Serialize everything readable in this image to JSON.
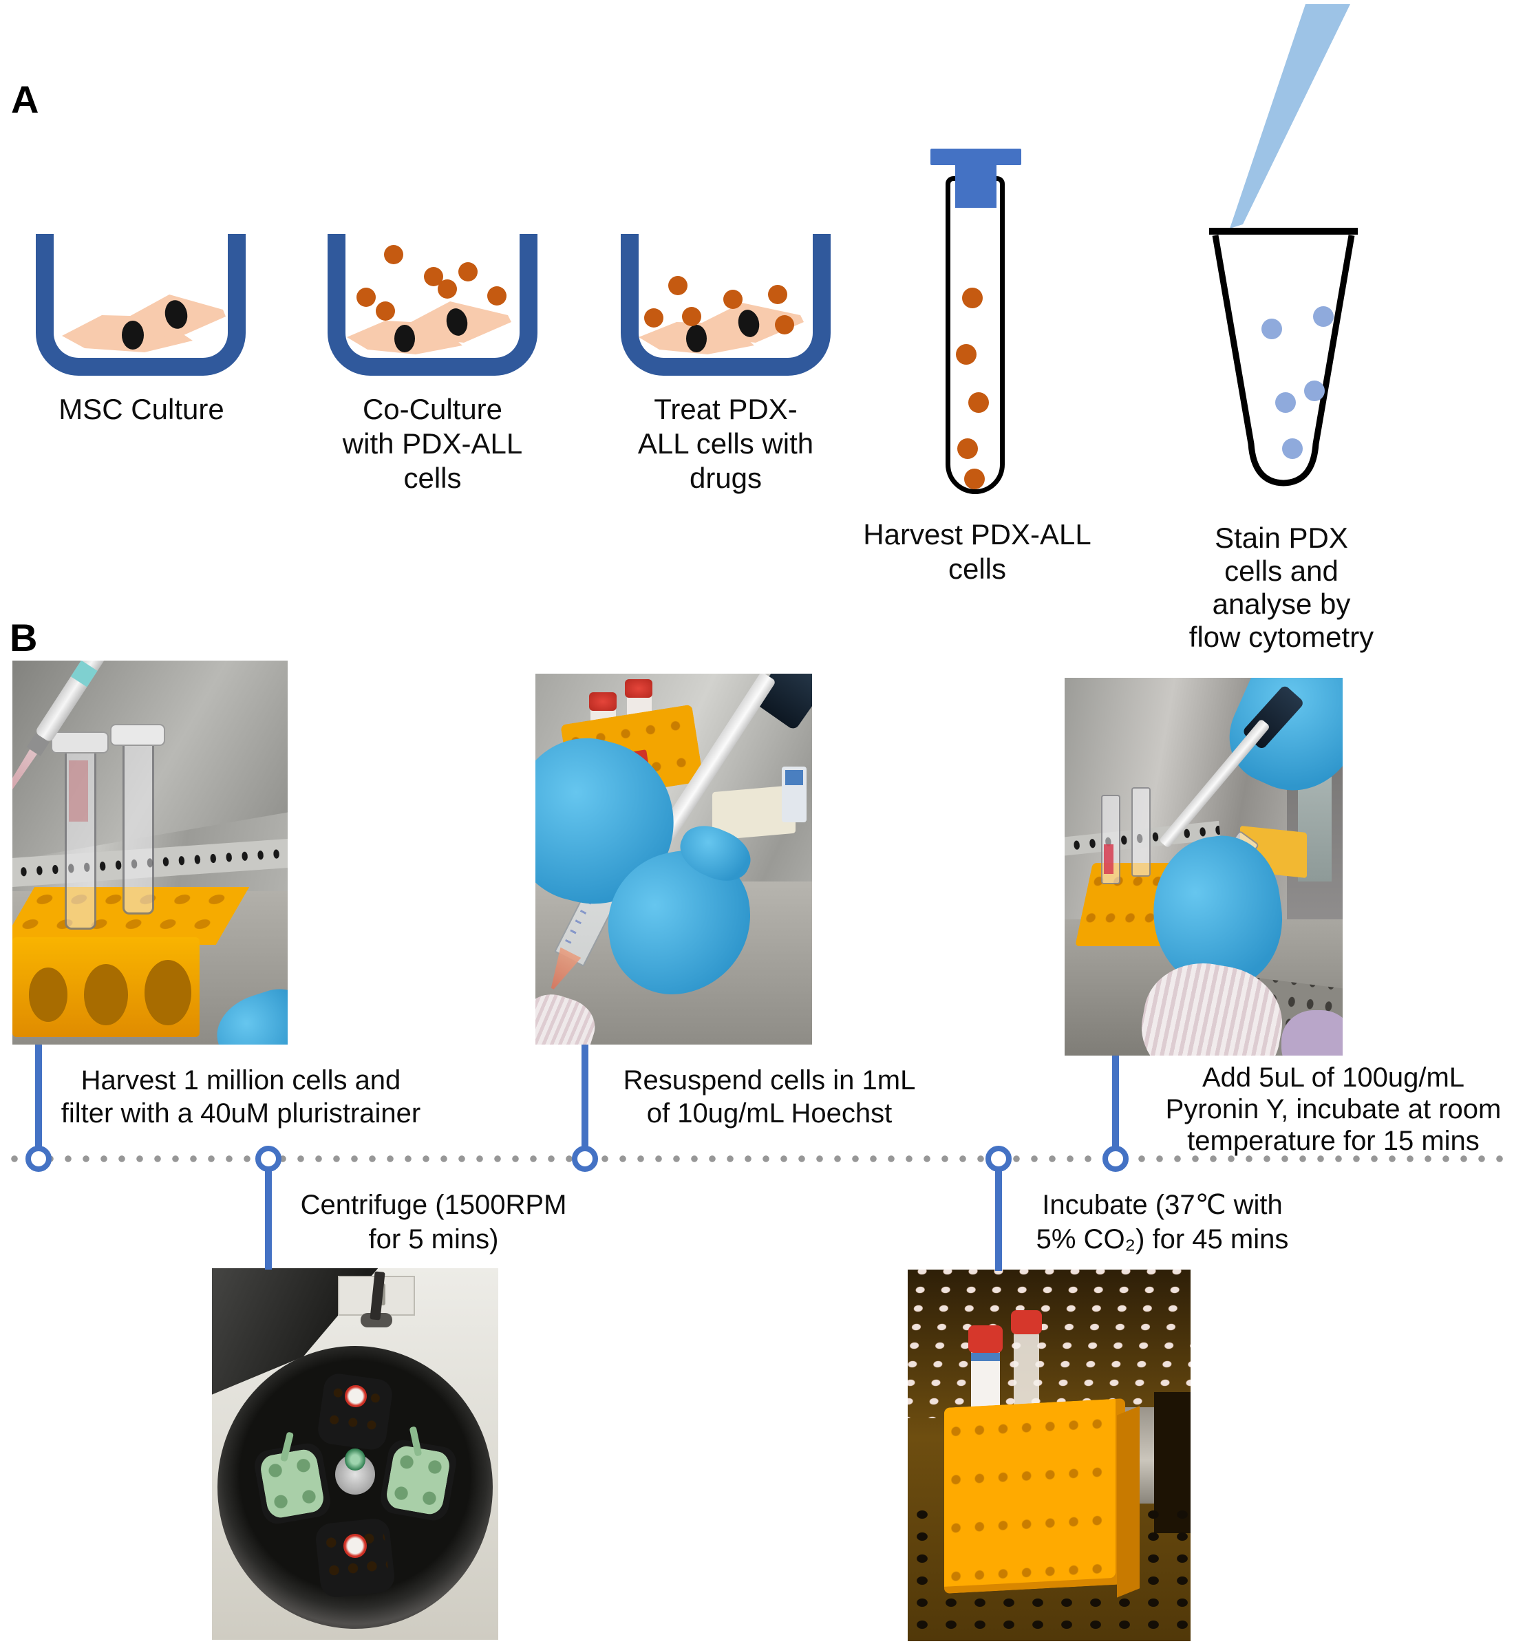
{
  "figure": {
    "title": "PDX-ALL co-culture staining protocol",
    "type": "protocol-workflow-diagram"
  },
  "panel_a": {
    "label": "A",
    "steps": [
      {
        "id": "msc-culture",
        "icon": "culture-well-icon",
        "caption_lines": [
          "MSC Culture"
        ]
      },
      {
        "id": "co-culture",
        "icon": "culture-well-icon",
        "caption_lines": [
          "Co-Culture",
          "with PDX-ALL",
          "cells"
        ]
      },
      {
        "id": "treat-drugs",
        "icon": "culture-well-icon",
        "caption_lines": [
          "Treat PDX-",
          "ALL cells with",
          "drugs"
        ]
      },
      {
        "id": "harvest-cells",
        "icon": "capped-tube-icon",
        "caption_lines": [
          "Harvest PDX-ALL",
          "cells"
        ]
      },
      {
        "id": "stain-analyse",
        "icon": "facs-tube-icon",
        "caption_lines": [
          "Stain PDX",
          "cells and",
          "analyse by",
          "flow cytometry"
        ]
      }
    ]
  },
  "panel_b": {
    "label": "B",
    "timeline_steps": [
      {
        "position": "above",
        "photo": "pipetting-strainer-tubes-photo",
        "caption_lines": [
          "Harvest 1 million cells and",
          "filter with a 40uM pluristrainer"
        ]
      },
      {
        "position": "below",
        "photo": "centrifuge-rotor-photo",
        "caption_lines": [
          "Centrifuge (1500RPM",
          "for 5 mins)"
        ]
      },
      {
        "position": "above",
        "photo": "resuspend-conical-tube-photo",
        "caption_lines": [
          "Resuspend cells in 1mL",
          "of 10ug/mL Hoechst"
        ]
      },
      {
        "position": "below",
        "photo": "incubator-rack-photo",
        "caption_lines": [
          "Incubate (37℃ with",
          "5% CO₂) for 45 mins"
        ]
      },
      {
        "position": "above",
        "photo": "add-pyronin-photo",
        "caption_lines": [
          "Add 5uL of 100ug/mL",
          "Pyronin Y, incubate at room",
          "temperature for 15 mins"
        ]
      }
    ]
  },
  "colors": {
    "well_blue": "#30599C",
    "connector_blue": "#4472C4",
    "msc_cell_peach": "#F8CBAD",
    "nucleus_black": "#141414",
    "all_cell_orange": "#C55A11",
    "stained_cell_blue": "#8FAADC",
    "pipette_tip_blue": "#9DC3E6",
    "timeline_gray": "#979797",
    "rack_orange": "#F5A300",
    "glove_blue": "#45AADF"
  }
}
